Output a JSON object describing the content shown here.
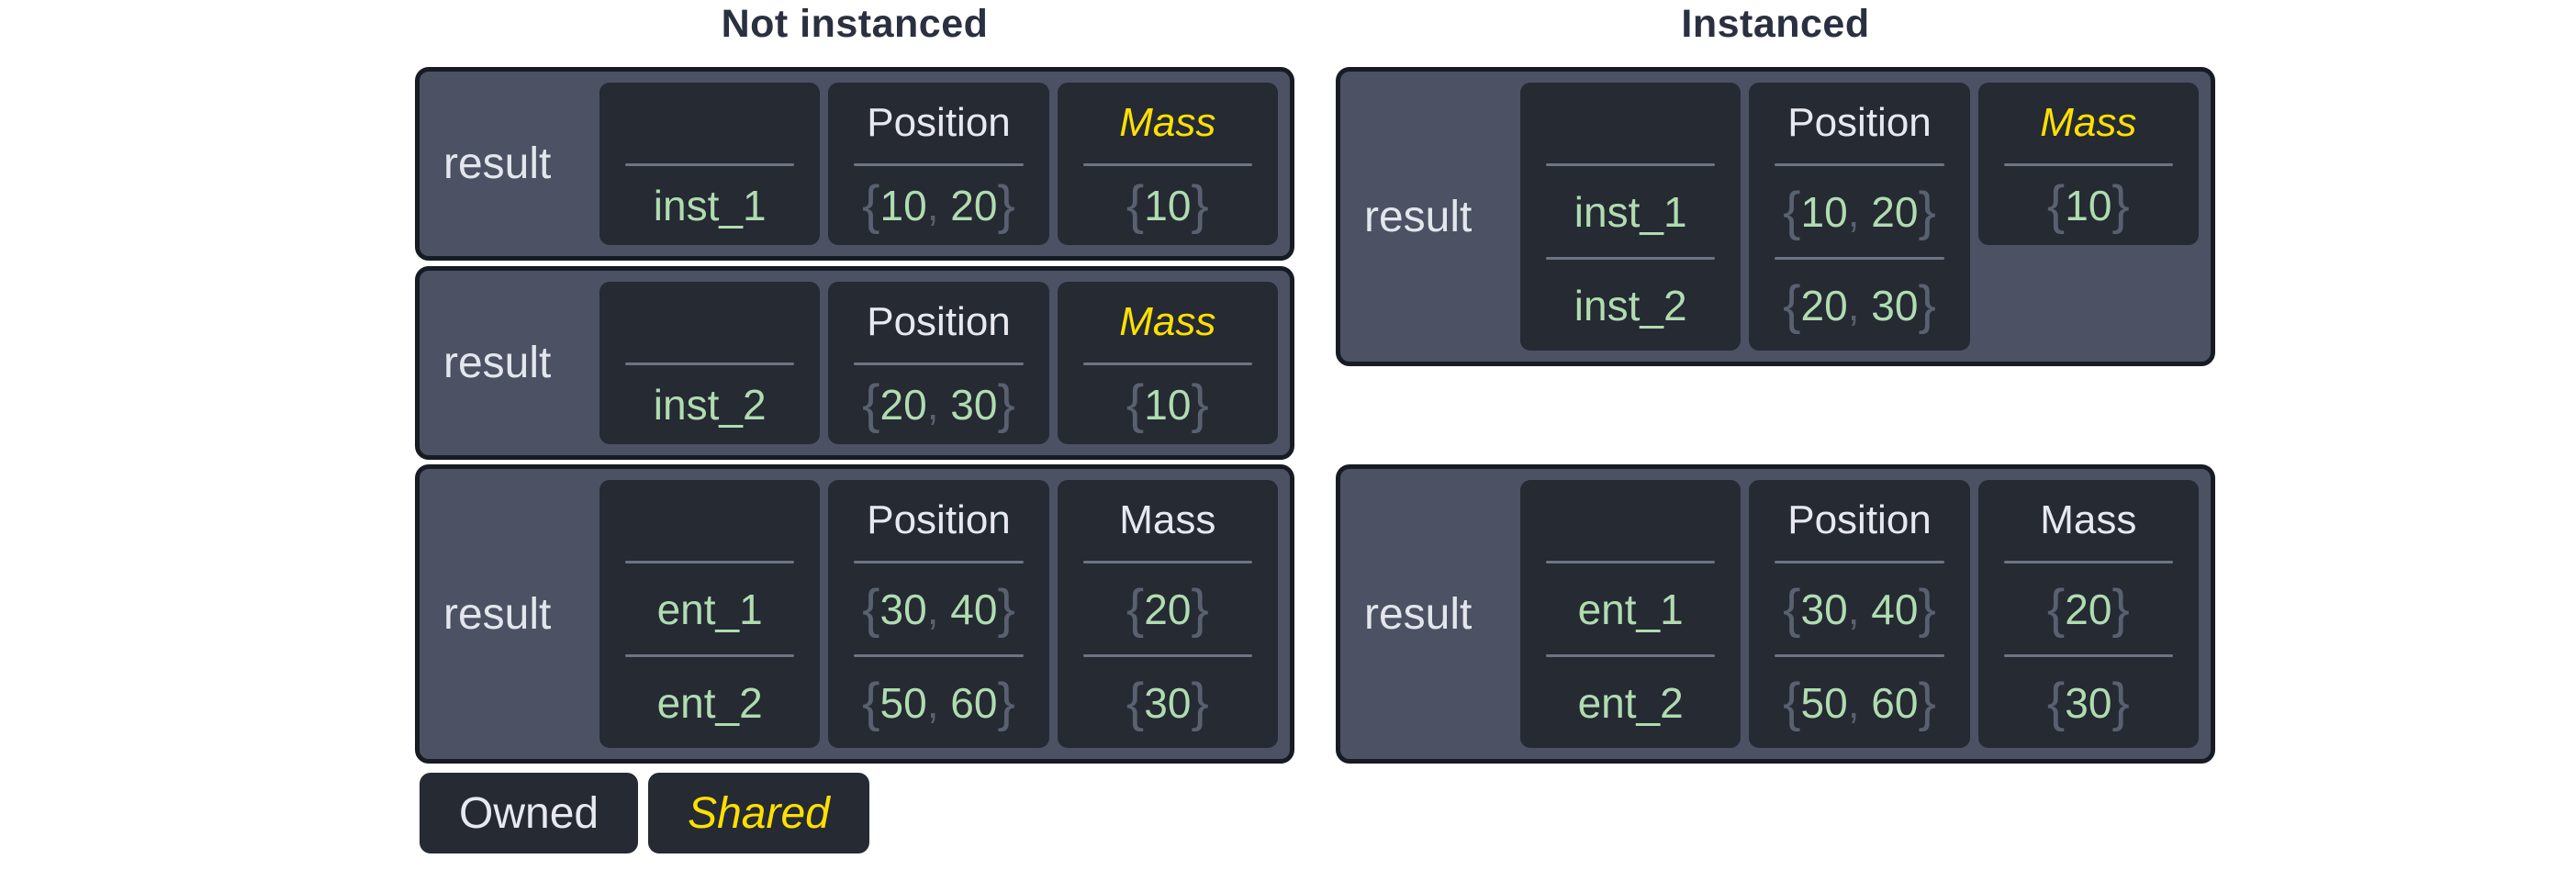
{
  "colors": {
    "page_bg": "#ffffff",
    "title_text": "#2a3040",
    "box_border": "#171b23",
    "box_bg": "#4c5263",
    "cell_bg": "#252a33",
    "owned_text": "#e7e9ef",
    "shared_text": "#ffe000",
    "value_green": "#b0dcb0",
    "brace_gray": "#596070",
    "divider_gray": "#6d7484",
    "label_text": "#e3e6ec"
  },
  "punctuation": {
    "open": "{",
    "separator": ", ",
    "close": "}"
  },
  "legend": [
    {
      "label": "Owned",
      "style": "owned"
    },
    {
      "label": "Shared",
      "style": "shared"
    }
  ],
  "columns": [
    {
      "id": "not-instanced",
      "title": "Not instanced",
      "boxes": [
        {
          "label": "result",
          "cells": [
            {
              "type": "entity",
              "header": "",
              "ownership": "owned",
              "rows": [
                "inst_1"
              ]
            },
            {
              "type": "component",
              "header": "Position",
              "ownership": "owned",
              "rows": [
                [
                  "10",
                  "20"
                ]
              ]
            },
            {
              "type": "component",
              "header": "Mass",
              "ownership": "shared",
              "rows": [
                [
                  "10"
                ]
              ]
            }
          ]
        },
        {
          "label": "result",
          "cells": [
            {
              "type": "entity",
              "header": "",
              "ownership": "owned",
              "rows": [
                "inst_2"
              ]
            },
            {
              "type": "component",
              "header": "Position",
              "ownership": "owned",
              "rows": [
                [
                  "20",
                  "30"
                ]
              ]
            },
            {
              "type": "component",
              "header": "Mass",
              "ownership": "shared",
              "rows": [
                [
                  "10"
                ]
              ]
            }
          ]
        },
        {
          "label": "result",
          "cells": [
            {
              "type": "entity",
              "header": "",
              "ownership": "owned",
              "rows": [
                "ent_1",
                "ent_2"
              ]
            },
            {
              "type": "component",
              "header": "Position",
              "ownership": "owned",
              "rows": [
                [
                  "30",
                  "40"
                ],
                [
                  "50",
                  "60"
                ]
              ]
            },
            {
              "type": "component",
              "header": "Mass",
              "ownership": "owned",
              "rows": [
                [
                  "20"
                ],
                [
                  "30"
                ]
              ]
            }
          ]
        }
      ]
    },
    {
      "id": "instanced",
      "title": "Instanced",
      "boxes": [
        {
          "label": "result",
          "cells": [
            {
              "type": "entity",
              "header": "",
              "ownership": "owned",
              "rows": [
                "inst_1",
                "inst_2"
              ]
            },
            {
              "type": "component",
              "header": "Position",
              "ownership": "owned",
              "rows": [
                [
                  "10",
                  "20"
                ],
                [
                  "20",
                  "30"
                ]
              ]
            },
            {
              "type": "component",
              "header": "Mass",
              "ownership": "shared",
              "short": true,
              "rows": [
                [
                  "10"
                ]
              ]
            }
          ]
        },
        {
          "label": "result",
          "cells": [
            {
              "type": "entity",
              "header": "",
              "ownership": "owned",
              "rows": [
                "ent_1",
                "ent_2"
              ]
            },
            {
              "type": "component",
              "header": "Position",
              "ownership": "owned",
              "rows": [
                [
                  "30",
                  "40"
                ],
                [
                  "50",
                  "60"
                ]
              ]
            },
            {
              "type": "component",
              "header": "Mass",
              "ownership": "owned",
              "rows": [
                [
                  "20"
                ],
                [
                  "30"
                ]
              ]
            }
          ]
        }
      ]
    }
  ]
}
